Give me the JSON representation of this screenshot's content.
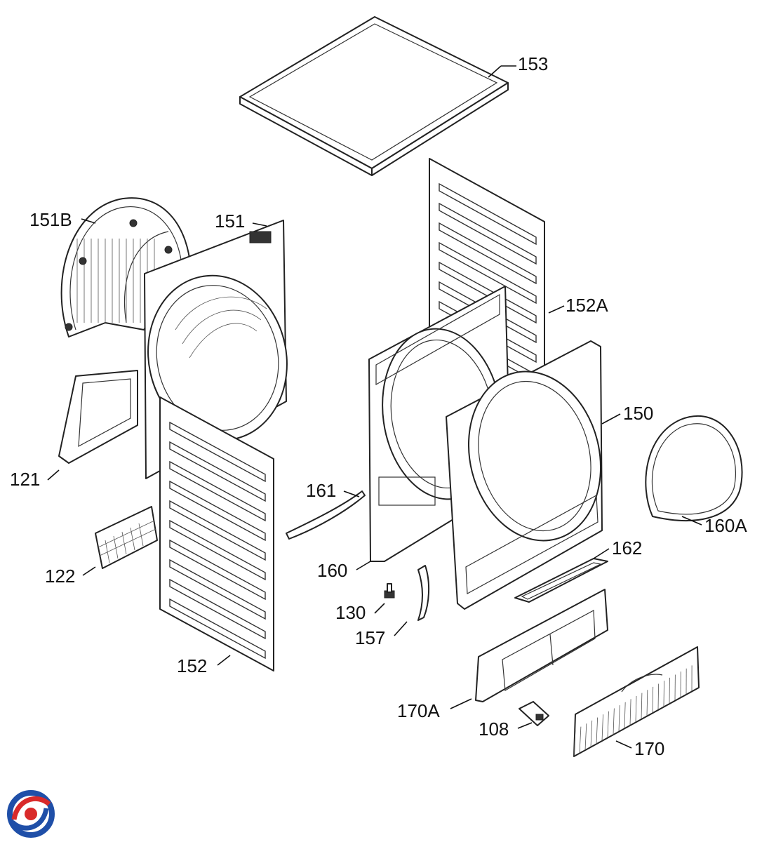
{
  "labels": {
    "p153": "153",
    "p151B": "151B",
    "p151": "151",
    "p152A": "152A",
    "p150": "150",
    "p121": "121",
    "p161": "161",
    "p160A": "160A",
    "p122": "122",
    "p160": "160",
    "p162": "162",
    "p130": "130",
    "p157": "157",
    "p152": "152",
    "p170A": "170A",
    "p108": "108",
    "p170": "170"
  },
  "logo": {
    "colors": {
      "blue": "#1f4fa8",
      "red": "#d92a2a"
    }
  }
}
